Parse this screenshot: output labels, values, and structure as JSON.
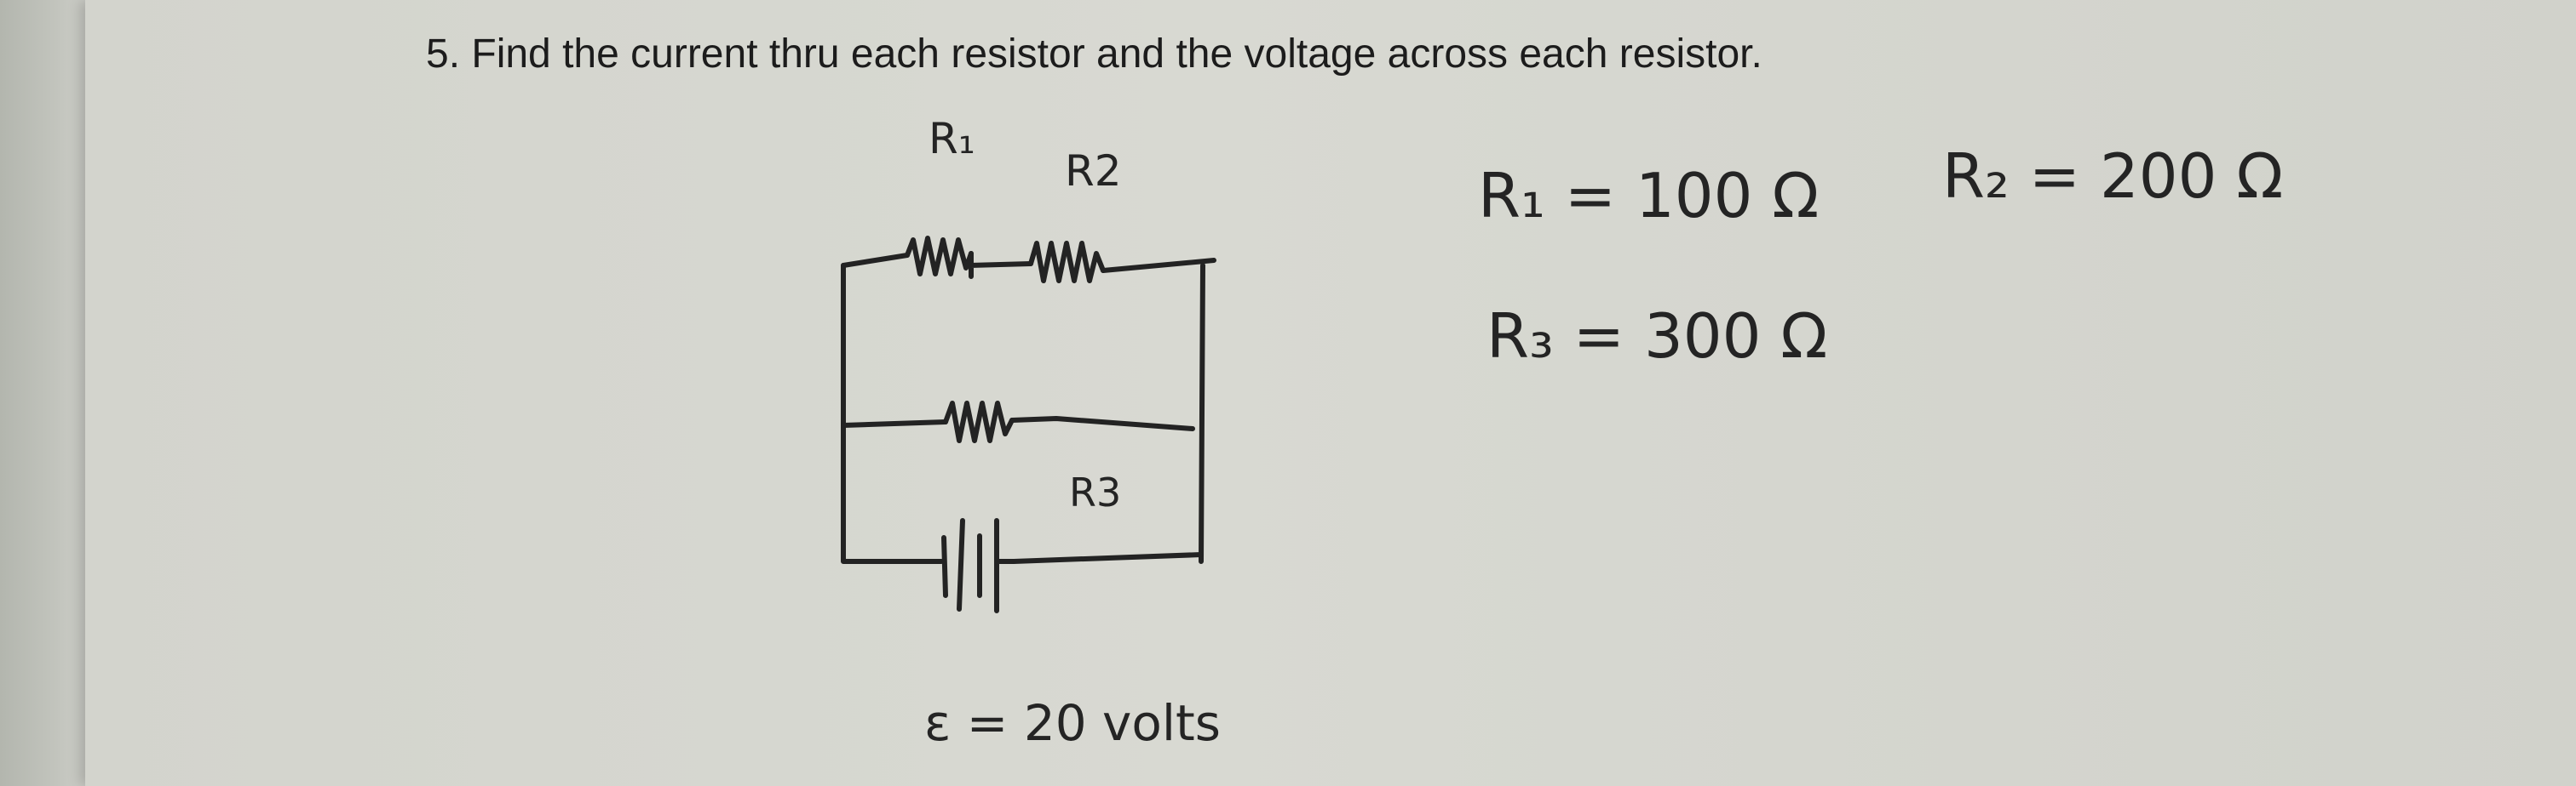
{
  "question": "5. Find the current thru each resistor and the voltage across each resistor.",
  "circuit": {
    "labels": {
      "r1": "R₁",
      "r2": "R2",
      "r3": "R3"
    },
    "emf": "ε = 20 volts"
  },
  "givens": {
    "r1": "R₁ = 100 Ω",
    "r2": "R₂ = 200 Ω",
    "r3": "R₃ = 300 Ω"
  }
}
